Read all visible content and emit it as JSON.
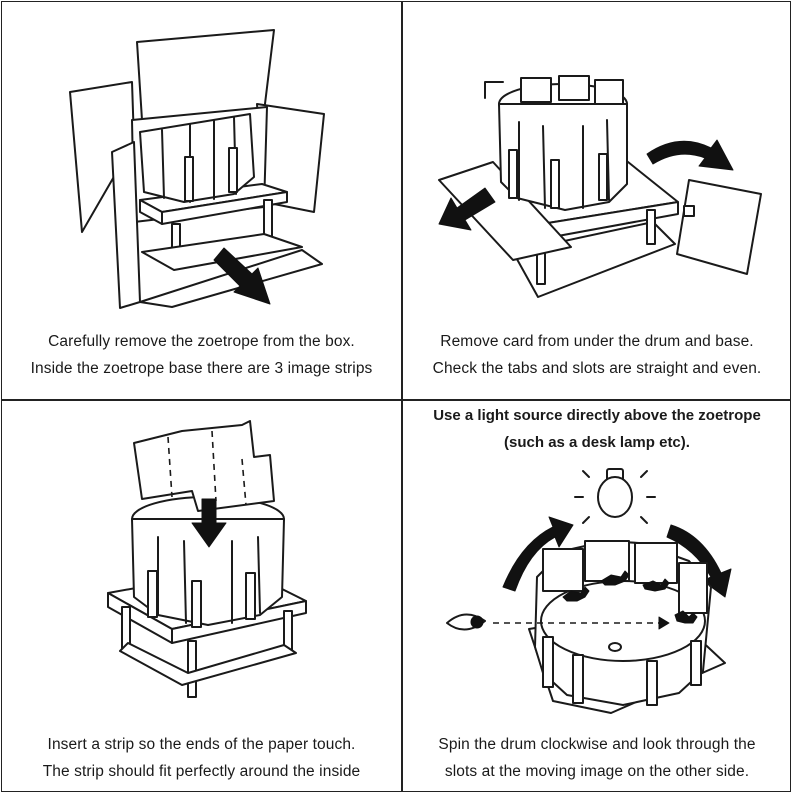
{
  "panels": [
    {
      "caption_lines": [
        "Carefully remove the zoetrope from the box.",
        "Inside the zoetrope base there are 3 image strips"
      ]
    },
    {
      "caption_lines": [
        "Remove card from under the drum and base.",
        "Check the tabs and slots are straight and even."
      ]
    },
    {
      "caption_lines": [
        "Insert a strip so the ends of the paper touch.",
        "The strip should fit perfectly around the inside"
      ]
    },
    {
      "heading_lines": [
        "Use a light source directly above the zoetrope",
        "(such as a desk lamp etc)."
      ],
      "caption_lines": [
        "Spin the drum clockwise and look through the",
        "slots at the moving image on the other side."
      ]
    }
  ],
  "icons": [
    "box-icon",
    "zoetrope-drum-icon",
    "arrow-icon",
    "card-icon",
    "image-strip-icon",
    "light-bulb-icon",
    "eye-icon",
    "rotation-arrow-icon",
    "horse-rider-icon"
  ]
}
